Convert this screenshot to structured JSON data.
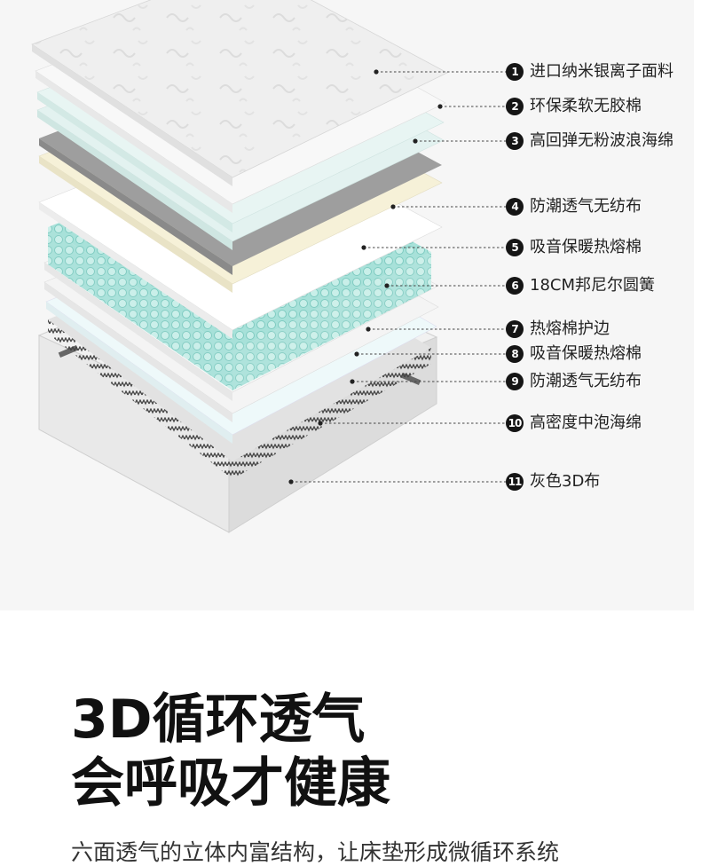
{
  "layers": [
    {
      "num": "1",
      "text": "进口纳米银离子面料",
      "color": "#eeeeee"
    },
    {
      "num": "2",
      "text": "环保柔软无胶棉",
      "color": "#f7f7f7"
    },
    {
      "num": "3",
      "text": "高回弹无粉波浪海绵",
      "color": "#e3f2f0"
    },
    {
      "num": "4",
      "text": "防潮透气无纺布",
      "color": "#9e9e9e"
    },
    {
      "num": "5",
      "text": "吸音保暖热熔棉",
      "color": "#f7f2dc"
    },
    {
      "num": "6",
      "text": "18CM邦尼尔圆簧",
      "color": "#9fdcd4"
    },
    {
      "num": "7",
      "text": "热熔棉护边",
      "color": "#f5f5f5"
    },
    {
      "num": "8",
      "text": "吸音保暖热熔棉",
      "color": "#f4f4f4"
    },
    {
      "num": "9",
      "text": "防潮透气无纺布",
      "color": "#eef9fa"
    },
    {
      "num": "10",
      "text": "高密度中泡海绵",
      "color": "#dddddd"
    },
    {
      "num": "11",
      "text": "灰色3D布",
      "color": "#e8e8e8"
    }
  ],
  "headline": {
    "line1": "3D循环透气",
    "line2": "会呼吸才健康"
  },
  "body": {
    "text": "六面透气的立体内富结构，让床垫形成微循环系统"
  }
}
